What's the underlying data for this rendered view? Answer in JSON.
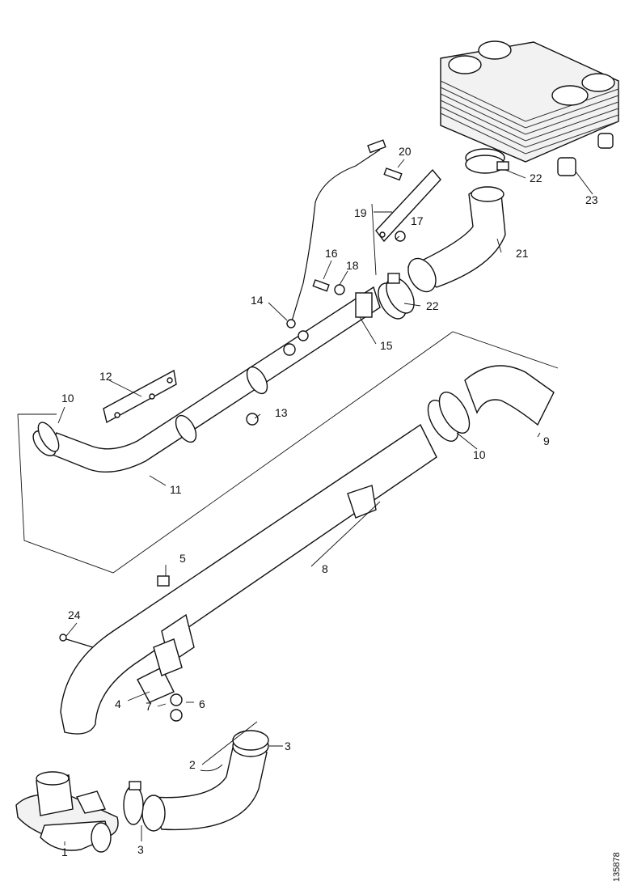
{
  "document_id": "135878",
  "callouts": [
    "1",
    "2",
    "3",
    "3",
    "4",
    "5",
    "6",
    "7",
    "8",
    "9",
    "10",
    "10",
    "11",
    "12",
    "13",
    "14",
    "15",
    "16",
    "17",
    "18",
    "19",
    "20",
    "21",
    "22",
    "22",
    "23",
    "24"
  ]
}
